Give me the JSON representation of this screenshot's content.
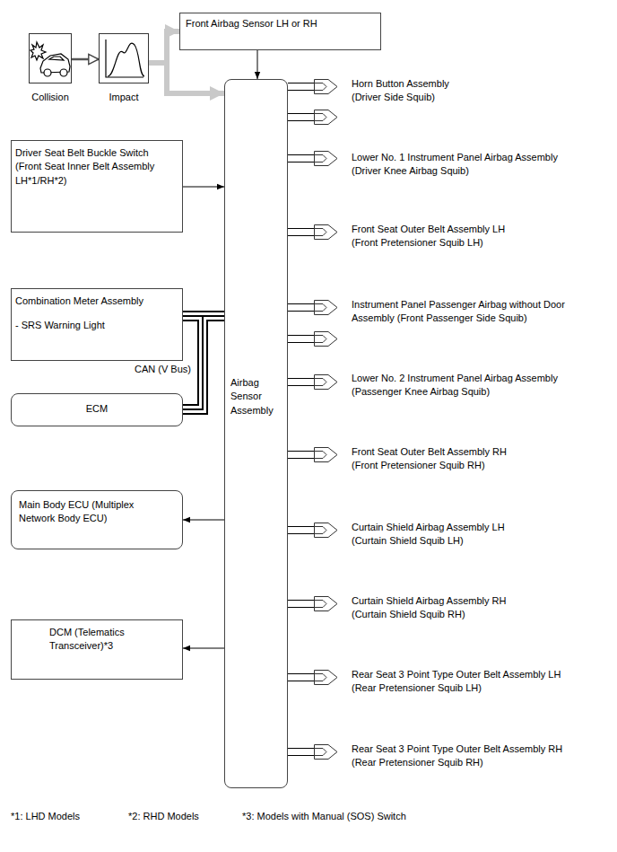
{
  "diagram": {
    "nodes": [
      {
        "text": [
          "Collision"
        ]
      },
      {
        "text": [
          "Impact"
        ]
      },
      {
        "text": [
          "Front Airbag Sensor LH or RH"
        ]
      },
      {
        "text": [
          "Airbag Sensor Assembly"
        ]
      },
      {
        "text": [
          "Driver Seat Belt Buckle Switch (Front Seat Inner Belt Assembly LH*1/RH*2)"
        ]
      },
      {
        "text": [
          "Combination Meter Assembly",
          "- SRS Warning Light"
        ]
      },
      {
        "text": [
          "ECM"
        ]
      },
      {
        "text": [
          "Main Body ECU (Multiplex Network Body ECU)"
        ]
      },
      {
        "text": [
          "DCM (Telematics Transceiver)*3"
        ]
      },
      {
        "text": [
          "Horn Button Assembly (Driver Side Squib)"
        ]
      },
      {
        "text": [
          "Lower No. 1 Instrument Panel Airbag Assembly (Driver Knee Airbag Squib)"
        ]
      },
      {
        "text": [
          "Front Seat Outer Belt Assembly LH (Front Pretensioner Squib LH)"
        ]
      },
      {
        "text": [
          "Instrument Panel Passenger Airbag without Door Assembly (Front Passenger Side Squib)"
        ]
      },
      {
        "text": [
          "Lower No. 2 Instrument Panel Airbag Assembly (Passenger Knee Airbag Squib)"
        ]
      },
      {
        "text": [
          "Front Seat Outer Belt Assembly RH (Front Pretensioner Squib RH)"
        ]
      },
      {
        "text": [
          "Curtain Shield Airbag Assembly LH (Curtain Shield Squib LH)"
        ]
      },
      {
        "text": [
          "Curtain Shield Airbag Assembly RH (Curtain Shield Squib RH)"
        ]
      },
      {
        "text": [
          "Rear Seat 3 Point Type Outer Belt Assembly LH (Rear Pretensioner Squib LH)"
        ]
      },
      {
        "text": [
          "Rear Seat 3 Point Type Outer Belt Assembly RH (Rear Pretensioner Squib RH)"
        ]
      }
    ],
    "edges": [
      {
        "from": 0,
        "to": 1,
        "arrow": "to"
      },
      {
        "from": 1,
        "to": 2,
        "arrow": "to"
      },
      {
        "from": 1,
        "to": 3,
        "arrow": "to"
      },
      {
        "from": 2,
        "to": 3,
        "arrow": "to"
      },
      {
        "from": 4,
        "to": 3,
        "arrow": "to"
      },
      {
        "from": 5,
        "to": 3,
        "arrow": "none",
        "label": "CAN (V Bus)"
      },
      {
        "from": 6,
        "to": 3,
        "arrow": "none"
      },
      {
        "from": 3,
        "to": 7,
        "arrow": "to"
      },
      {
        "from": 3,
        "to": 8,
        "arrow": "to"
      },
      {
        "from": 3,
        "to": 9,
        "arrow": "none"
      },
      {
        "from": 3,
        "to": 9,
        "arrow": "none"
      },
      {
        "from": 3,
        "to": 10,
        "arrow": "none"
      },
      {
        "from": 3,
        "to": 11,
        "arrow": "none"
      },
      {
        "from": 3,
        "to": 12,
        "arrow": "none"
      },
      {
        "from": 3,
        "to": 12,
        "arrow": "none"
      },
      {
        "from": 3,
        "to": 13,
        "arrow": "none"
      },
      {
        "from": 3,
        "to": 14,
        "arrow": "none"
      },
      {
        "from": 3,
        "to": 15,
        "arrow": "none"
      },
      {
        "from": 3,
        "to": 16,
        "arrow": "none"
      },
      {
        "from": 3,
        "to": 17,
        "arrow": "none"
      },
      {
        "from": 3,
        "to": 18,
        "arrow": "none"
      }
    ],
    "labels": [
      "*1: LHD Models",
      "*2: RHD Models",
      "*3: Models with Manual (SOS) Switch"
    ]
  }
}
